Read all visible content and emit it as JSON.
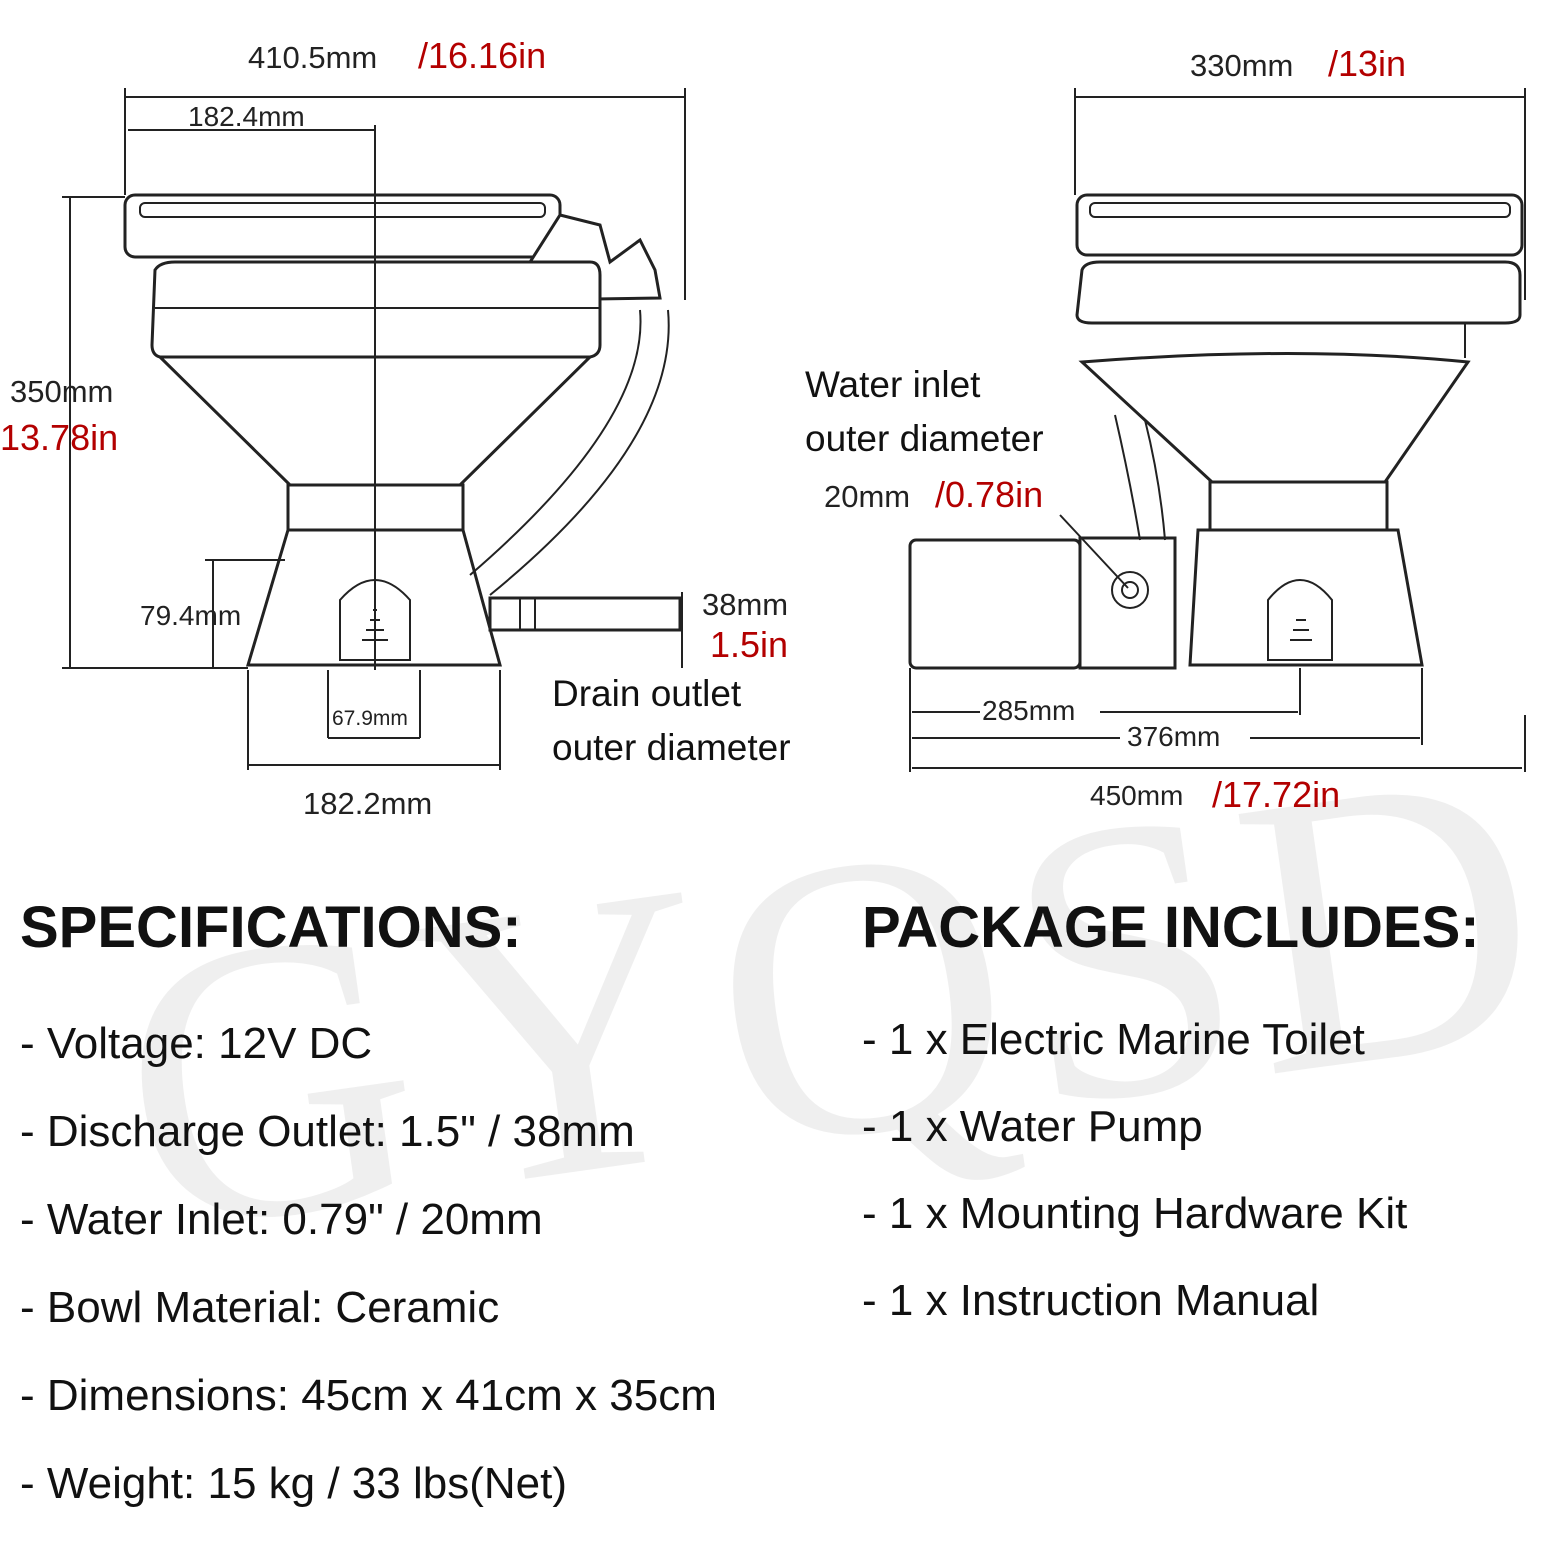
{
  "watermark": "GYQSD",
  "front_view": {
    "width_total_mm": "410.5mm",
    "width_total_in": "/16.16in",
    "seat_half_mm": "182.4mm",
    "height_mm": "350mm",
    "height_in": "13.78in",
    "base_height_mm": "79.4mm",
    "base_inner_mm": "67.9mm",
    "base_width_mm": "182.2mm",
    "drain_mm": "38mm",
    "drain_in": "1.5in",
    "drain_label_line1": "Drain outlet",
    "drain_label_line2": "outer diameter"
  },
  "side_view": {
    "width_total_mm": "330mm",
    "width_total_in": "/13in",
    "inlet_label_line1": "Water inlet",
    "inlet_label_line2": "outer diameter",
    "inlet_mm": "20mm",
    "inlet_in": "/0.78in",
    "len_285": "285mm",
    "len_376": "376mm",
    "len_total_mm": "450mm",
    "len_total_in": "/17.72in"
  },
  "specifications": {
    "heading": "SPECIFICATIONS:",
    "items": [
      "- Voltage: 12V DC",
      "- Discharge Outlet: 1.5\" / 38mm",
      "- Water Inlet: 0.79\" / 20mm",
      "- Bowl Material: Ceramic",
      "- Dimensions: 45cm x 41cm x 35cm",
      "- Weight: 15 kg / 33 lbs(Net)"
    ]
  },
  "package": {
    "heading": "PACKAGE INCLUDES:",
    "items": [
      "- 1 x Electric Marine Toilet",
      "- 1 x Water Pump",
      "- 1 x Mounting Hardware Kit",
      "- 1 x Instruction Manual"
    ]
  },
  "colors": {
    "accent_red": "#b30000",
    "text": "#111111",
    "line": "#222222"
  }
}
